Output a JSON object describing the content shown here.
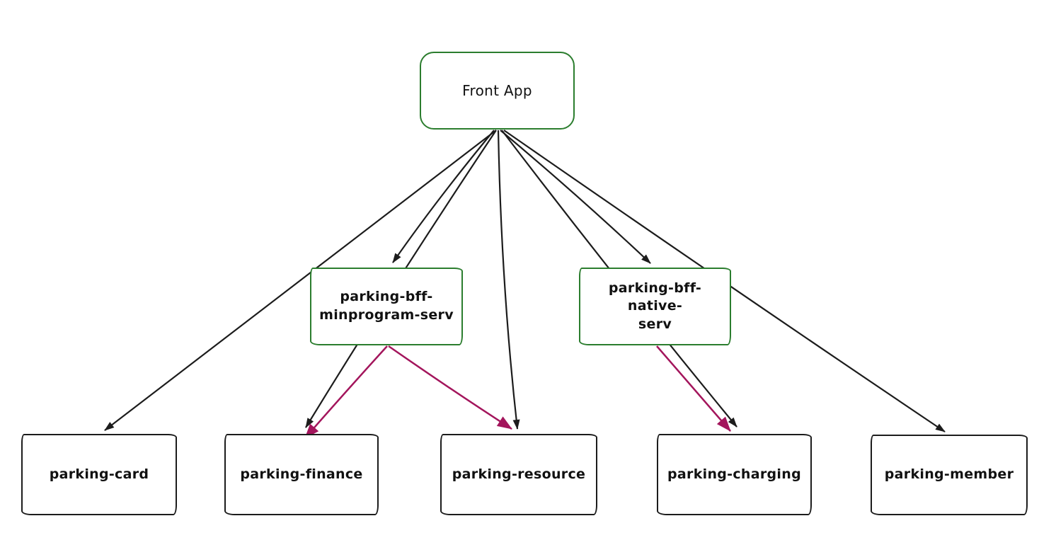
{
  "diagram": {
    "title_hint": "Front App to parking services dependency diagram",
    "nodes": {
      "front_app": {
        "label": "Front App",
        "border": "green"
      },
      "bff_minprogram": {
        "label": "parking-bff-\nminprogram-serv",
        "border": "green"
      },
      "bff_native": {
        "label": "parking-bff-native-\nserv",
        "border": "green"
      },
      "card": {
        "label": "parking-card",
        "border": "black"
      },
      "finance": {
        "label": "parking-finance",
        "border": "black"
      },
      "resource": {
        "label": "parking-resource",
        "border": "black"
      },
      "charging": {
        "label": "parking-charging",
        "border": "black"
      },
      "member": {
        "label": "parking-member",
        "border": "black"
      }
    },
    "edges": [
      {
        "from": "front_app",
        "to": "card",
        "style": "black"
      },
      {
        "from": "front_app",
        "to": "bff_minprogram",
        "style": "black"
      },
      {
        "from": "front_app",
        "to": "finance",
        "style": "black"
      },
      {
        "from": "front_app",
        "to": "resource",
        "style": "black"
      },
      {
        "from": "front_app",
        "to": "bff_native",
        "style": "black"
      },
      {
        "from": "front_app",
        "to": "charging",
        "style": "black"
      },
      {
        "from": "front_app",
        "to": "member",
        "style": "black"
      },
      {
        "from": "bff_minprogram",
        "to": "finance",
        "style": "purple"
      },
      {
        "from": "bff_minprogram",
        "to": "resource",
        "style": "purple"
      },
      {
        "from": "bff_native",
        "to": "charging",
        "style": "purple"
      }
    ],
    "colors": {
      "background": "#ffffff",
      "green_border": "#2b7d2e",
      "black_border": "#1c1c1c",
      "edge_black": "#1c1c1c",
      "edge_purple": "#a3155c",
      "text": "#111111"
    }
  }
}
